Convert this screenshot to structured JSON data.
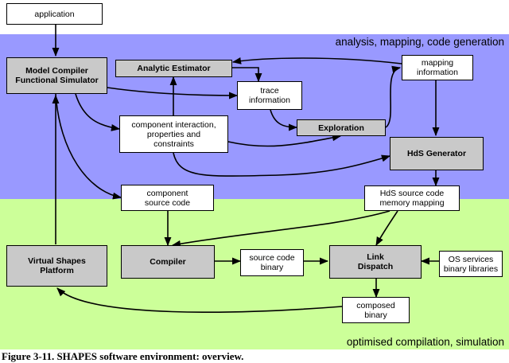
{
  "regions": {
    "top_label": "analysis, mapping, code generation",
    "bottom_label": "optimised compilation, simulation",
    "top_color": "#9999ff",
    "bottom_color": "#ccff99"
  },
  "nodes": {
    "application": "application",
    "model_compiler": "Model Compiler\nFunctional Simulator",
    "analytic_estimator": "Analytic Estimator",
    "trace_information": "trace\ninformation",
    "mapping_information": "mapping\ninformation",
    "component_interaction": "component interaction,\nproperties and\nconstraints",
    "exploration": "Exploration",
    "hds_generator": "HdS Generator",
    "component_source_code": "component\nsource code",
    "hds_source_code": "HdS source code\nmemory mapping",
    "virtual_shapes_platform": "Virtual Shapes\nPlatform",
    "compiler": "Compiler",
    "source_code_binary": "source code\nbinary",
    "link_dispatch": "Link\nDispatch",
    "os_services": "OS services\nbinary libraries",
    "composed_binary": "composed\nbinary"
  },
  "caption": "Figure 3-11. SHAPES software environment: overview."
}
